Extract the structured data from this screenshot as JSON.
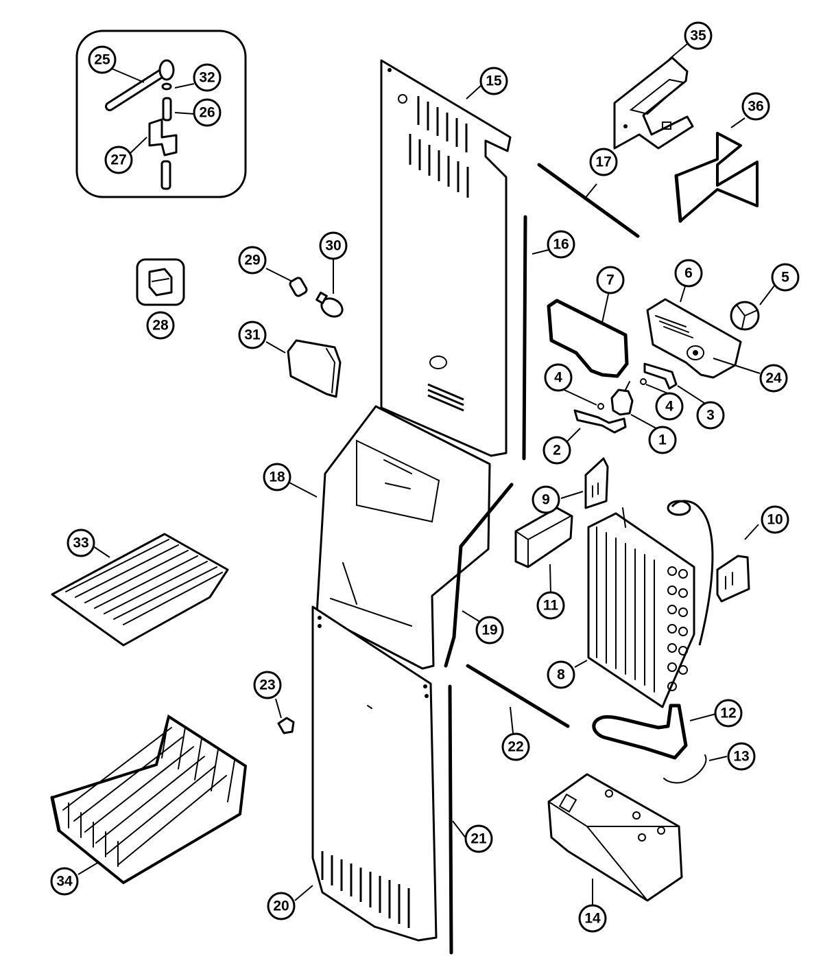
{
  "callouts": [
    {
      "id": "1",
      "label": "1"
    },
    {
      "id": "2",
      "label": "2"
    },
    {
      "id": "3",
      "label": "3"
    },
    {
      "id": "4a",
      "label": "4"
    },
    {
      "id": "4b",
      "label": "4"
    },
    {
      "id": "5",
      "label": "5"
    },
    {
      "id": "6",
      "label": "6"
    },
    {
      "id": "7",
      "label": "7"
    },
    {
      "id": "8",
      "label": "8"
    },
    {
      "id": "9",
      "label": "9"
    },
    {
      "id": "10",
      "label": "10"
    },
    {
      "id": "11",
      "label": "11"
    },
    {
      "id": "12",
      "label": "12"
    },
    {
      "id": "13",
      "label": "13"
    },
    {
      "id": "14",
      "label": "14"
    },
    {
      "id": "15",
      "label": "15"
    },
    {
      "id": "16",
      "label": "16"
    },
    {
      "id": "17",
      "label": "17"
    },
    {
      "id": "18",
      "label": "18"
    },
    {
      "id": "19",
      "label": "19"
    },
    {
      "id": "20",
      "label": "20"
    },
    {
      "id": "21",
      "label": "21"
    },
    {
      "id": "22",
      "label": "22"
    },
    {
      "id": "23",
      "label": "23"
    },
    {
      "id": "24",
      "label": "24"
    },
    {
      "id": "25",
      "label": "25"
    },
    {
      "id": "26",
      "label": "26"
    },
    {
      "id": "27",
      "label": "27"
    },
    {
      "id": "28",
      "label": "28"
    },
    {
      "id": "29",
      "label": "29"
    },
    {
      "id": "30",
      "label": "30"
    },
    {
      "id": "31",
      "label": "31"
    },
    {
      "id": "32",
      "label": "32"
    },
    {
      "id": "33",
      "label": "33"
    },
    {
      "id": "34",
      "label": "34"
    },
    {
      "id": "35",
      "label": "35"
    },
    {
      "id": "36",
      "label": "36"
    }
  ]
}
